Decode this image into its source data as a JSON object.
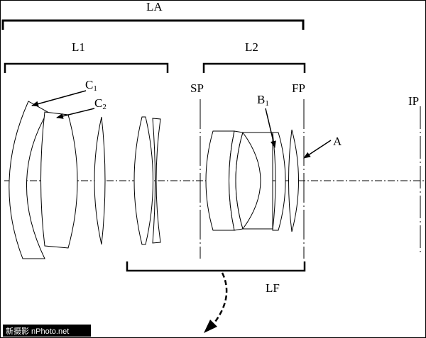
{
  "labels": {
    "LA": "LA",
    "L1": "L1",
    "L2": "L2",
    "SP": "SP",
    "FP": "FP",
    "IP": "IP",
    "C1": "C",
    "C1_sub": "1",
    "C2": "C",
    "C2_sub": "2",
    "B1": "B",
    "B1_sub": "1",
    "A": "A",
    "LF": "LF"
  },
  "watermark": "新摄影 nPhoto.net",
  "colors": {
    "line": "#000000",
    "background": "#ffffff",
    "watermark_bg": "#000000",
    "watermark_text": "#ffffff"
  }
}
